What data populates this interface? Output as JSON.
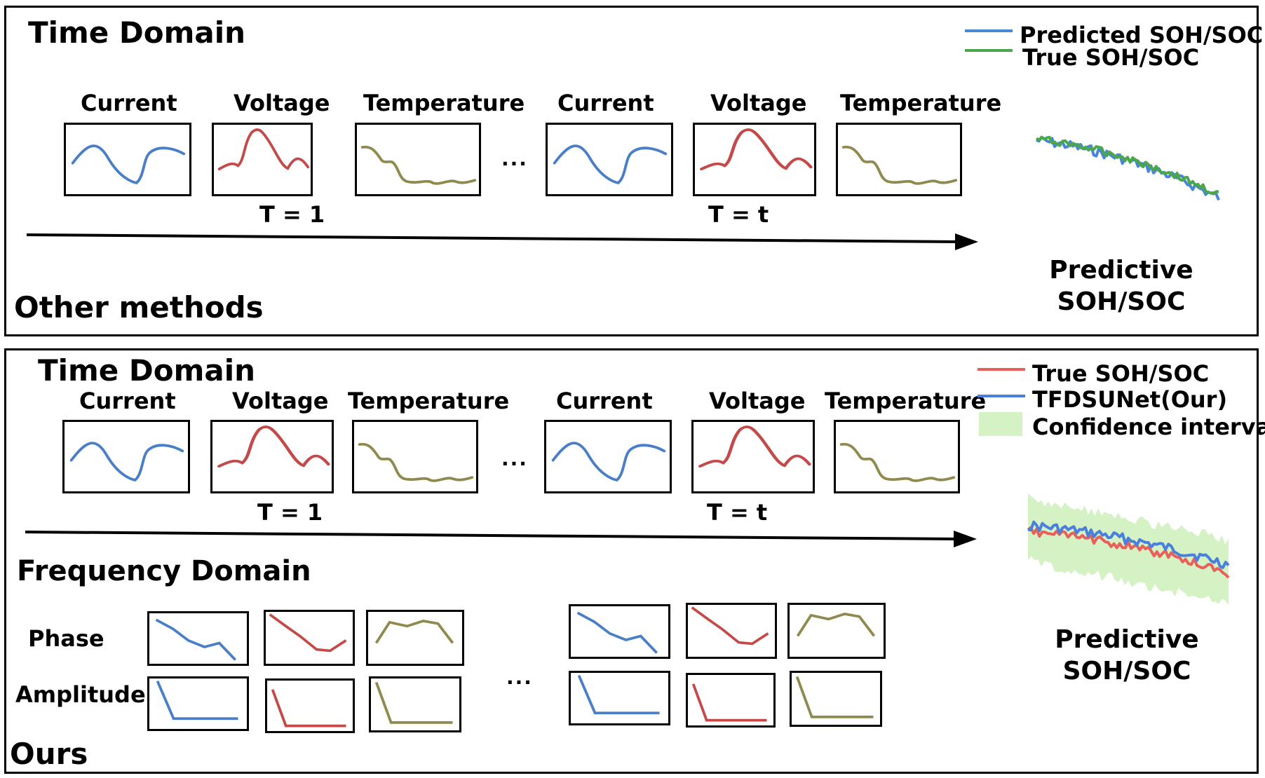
{
  "colors": {
    "current": "#4a7fc7",
    "voltage": "#c44a4a",
    "temperature": "#8f8a4e",
    "predicted": "#4a86d8",
    "true_green": "#4aa84a",
    "true_red": "#e8605a",
    "ours": "#4a80dd",
    "confidence": "#d4f2c4"
  },
  "top": {
    "title": "Time Domain",
    "caption": "Other methods",
    "labels": [
      "Current",
      "Voltage",
      "Temperature",
      "Current",
      "Voltage",
      "Temperature"
    ],
    "ellipsis": "...",
    "t1": "T = 1",
    "tt": "T = t",
    "legend": {
      "predicted": "Predicted SOH/SOC",
      "true": "True SOH/SOC"
    },
    "predictive_line1": "Predictive",
    "predictive_line2": "SOH/SOC"
  },
  "bottom": {
    "title": "Time Domain",
    "caption": "Ours",
    "labels": [
      "Current",
      "Voltage",
      "Temperature",
      "Current",
      "Voltage",
      "Temperature"
    ],
    "ellipsis": "...",
    "t1": "T = 1",
    "tt": "T = t",
    "freq_title": "Frequency Domain",
    "phase": "Phase",
    "amplitude": "Amplitude",
    "freq_ellipsis": "...",
    "legend": {
      "true": "True SOH/SOC",
      "ours": "TFDSUNet(Our)",
      "confidence": "Confidence interval"
    },
    "predictive_line1": "Predictive",
    "predictive_line2": "SOH/SOC"
  }
}
